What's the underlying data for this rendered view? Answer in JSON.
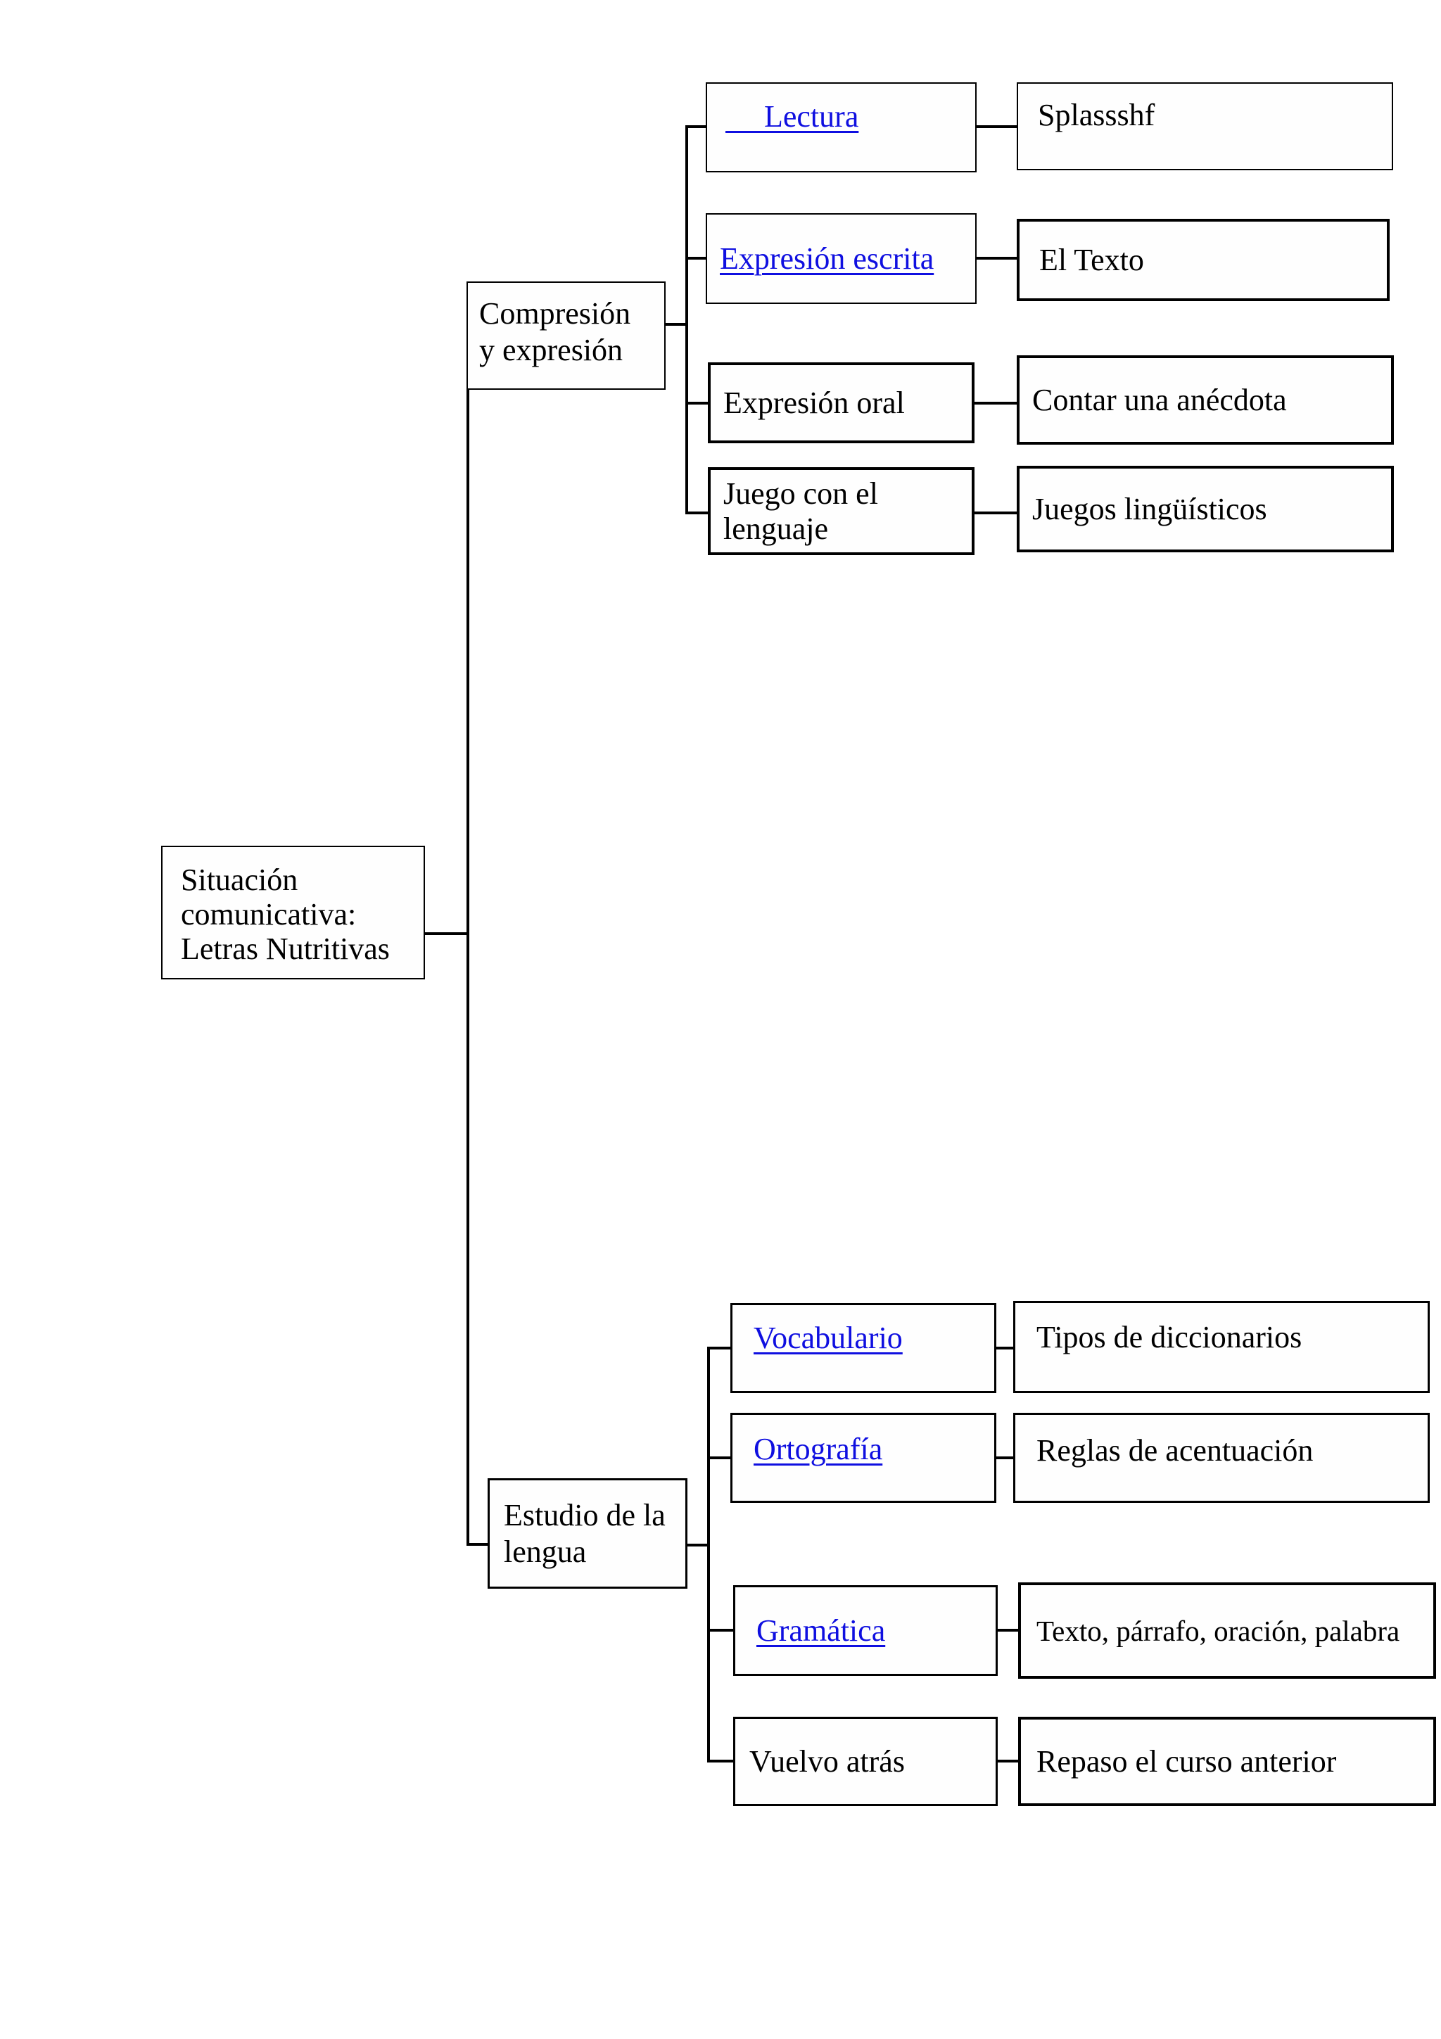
{
  "diagram": {
    "root_node": {
      "label": "Situación\ncomunicativa:\nLetras Nutritivas"
    },
    "groups": [
      {
        "label": "Compresión\ny expresión"
      },
      {
        "label": "Estudio de la\nlengua"
      }
    ],
    "branches_top": [
      {
        "label": "Lectura",
        "is_link": true,
        "outcome": "Splassshf"
      },
      {
        "label": "Expresión escrita",
        "is_link": true,
        "outcome": "El Texto"
      },
      {
        "label": "Expresión oral",
        "is_link": false,
        "outcome": "Contar una anécdota"
      },
      {
        "label": "Juego con el\nlenguaje",
        "is_link": false,
        "outcome": "Juegos lingüísticos"
      }
    ],
    "branches_bottom": [
      {
        "label": "Vocabulario",
        "is_link": true,
        "outcome": "Tipos de diccionarios"
      },
      {
        "label": "Ortografía",
        "is_link": true,
        "outcome": "Reglas de acentuación"
      },
      {
        "label": "Gramática",
        "is_link": true,
        "outcome": "Texto, párrafo, oración, palabra"
      },
      {
        "label": "Vuelvo atrás",
        "is_link": false,
        "outcome": "Repaso el curso anterior"
      }
    ],
    "colors": {
      "link_blue": "#0f0fe0",
      "line_black": "#000000",
      "background": "#ffffff"
    }
  }
}
